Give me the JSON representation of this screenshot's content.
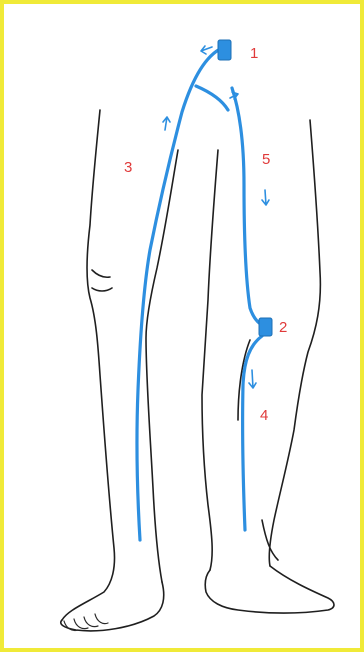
{
  "labels": {
    "l1": "1",
    "l2": "2",
    "l3": "3",
    "l4": "4",
    "l5": "5"
  },
  "colors": {
    "frame": "#f0ea38",
    "vein": "#2d8fe0",
    "label": "#e03a3a",
    "outline": "#1f1f1f"
  }
}
